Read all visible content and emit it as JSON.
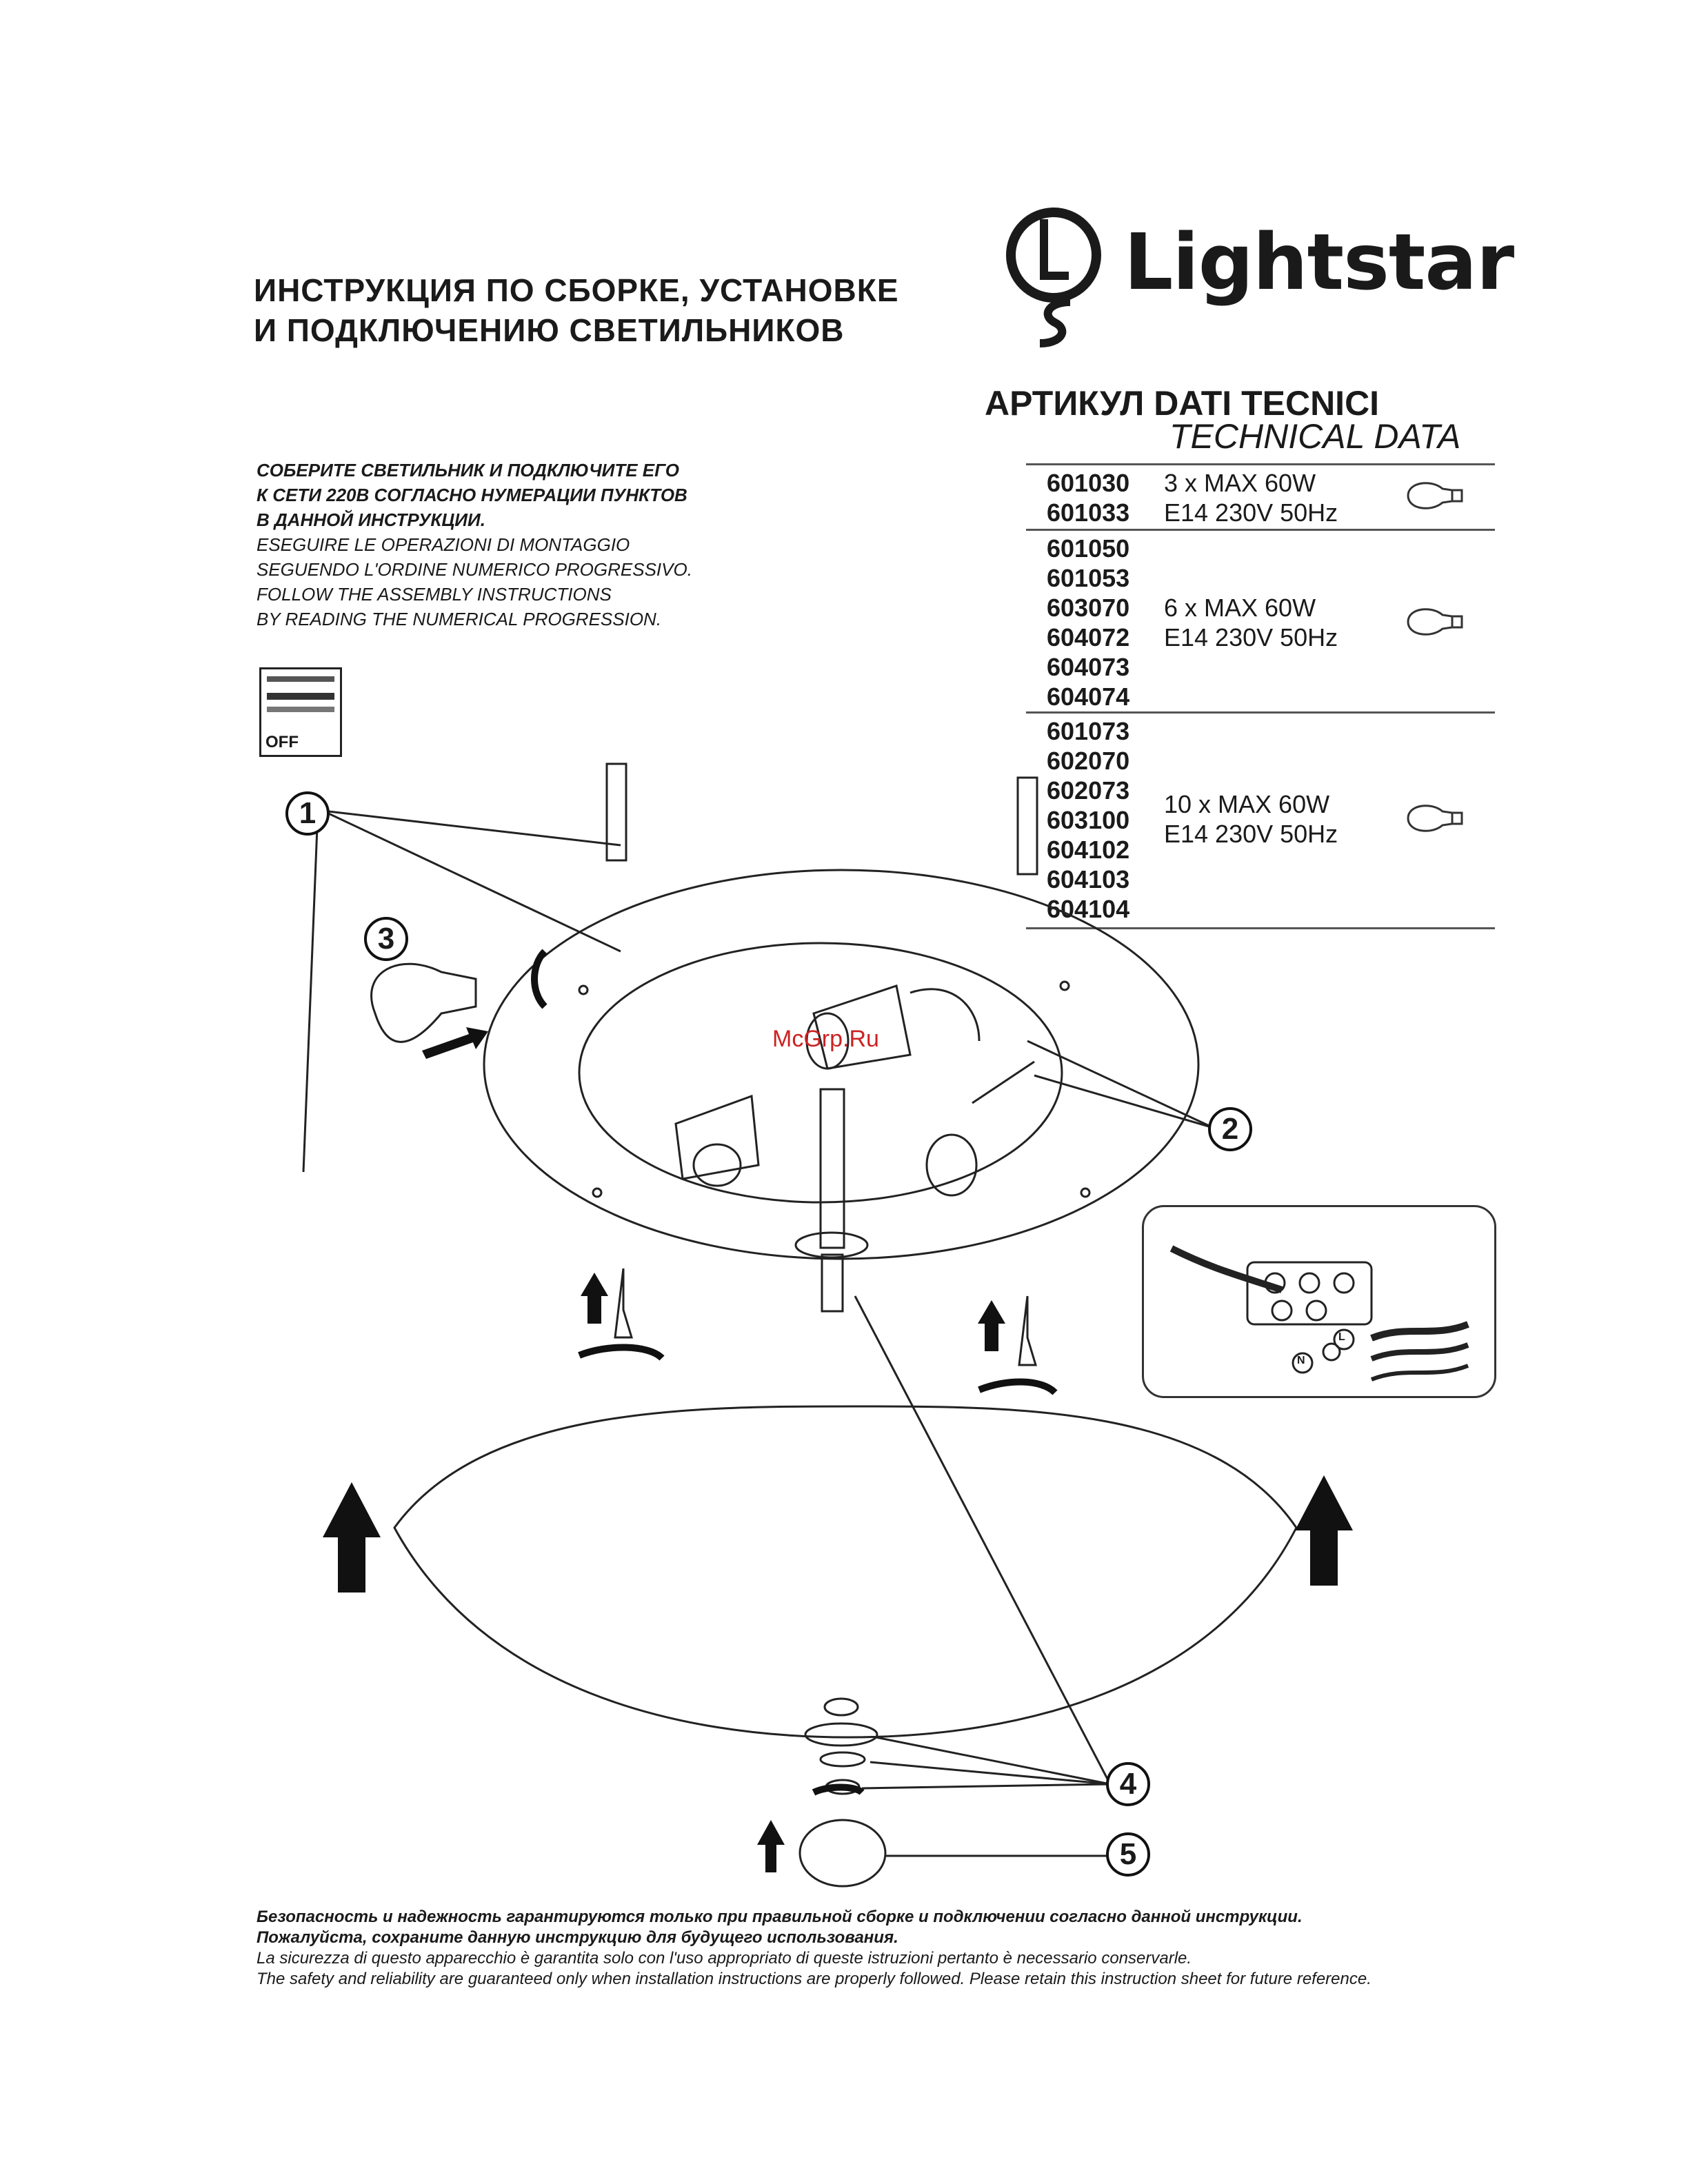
{
  "title": {
    "line1": "ИНСТРУКЦИЯ ПО СБОРКЕ, УСТАНОВКЕ",
    "line2": "И ПОДКЛЮЧЕНИЮ СВЕТИЛЬНИКОВ"
  },
  "brand": {
    "name": "Lightstar"
  },
  "header": {
    "article": "АРТИКУЛ",
    "dati": "DATI TECNICI",
    "technical": "TECHNICAL DATA"
  },
  "instructions": {
    "ru1": "СОБЕРИТЕ СВЕТИЛЬНИК И ПОДКЛЮЧИТЕ ЕГО",
    "ru2": "К СЕТИ 220В СОГЛАСНО НУМЕРАЦИИ ПУНКТОВ",
    "ru3": "В ДАННОЙ ИНСТРУКЦИИ.",
    "it1": "ESEGUIRE LE OPERAZIONI DI MONTAGGIO",
    "it2": "SEGUENDO L'ORDINE NUMERICO PROGRESSIVO.",
    "en1": "FOLLOW THE ASSEMBLY INSTRUCTIONS",
    "en2": "BY READING THE NUMERICAL PROGRESSION."
  },
  "switch_label": "OFF",
  "table": [
    {
      "codes": [
        "601030",
        "601033"
      ],
      "spec1": "3 x MAX 60W",
      "spec2": "E14 230V 50Hz"
    },
    {
      "codes": [
        "601050",
        "601053",
        "603070",
        "604072",
        "604073",
        "604074"
      ],
      "spec1": "6 x MAX 60W",
      "spec2": "E14 230V 50Hz"
    },
    {
      "codes": [
        "601073",
        "602070",
        "602073",
        "603100",
        "604102",
        "604103",
        "604104"
      ],
      "spec1": "10 x MAX 60W",
      "spec2": "E14 230V 50Hz"
    }
  ],
  "step_numbers": [
    "1",
    "2",
    "3",
    "4",
    "5"
  ],
  "wiring_labels": {
    "live": "L",
    "neutral": "N"
  },
  "watermark": "McGrp.Ru",
  "footer": {
    "ru1": "Безопасность и надежность гарантируются только при правильной сборке и подключении согласно данной инструкции.",
    "ru2": "Пожалуйста, сохраните данную инструкцию для будущего использования.",
    "it": "La sicurezza di questo apparecchio è garantita solo con l'uso appropriato di queste istruzioni pertanto è necessario conservarle.",
    "en": "The safety and reliability are guaranteed only when installation instructions are properly followed. Please retain this instruction sheet for future reference."
  }
}
